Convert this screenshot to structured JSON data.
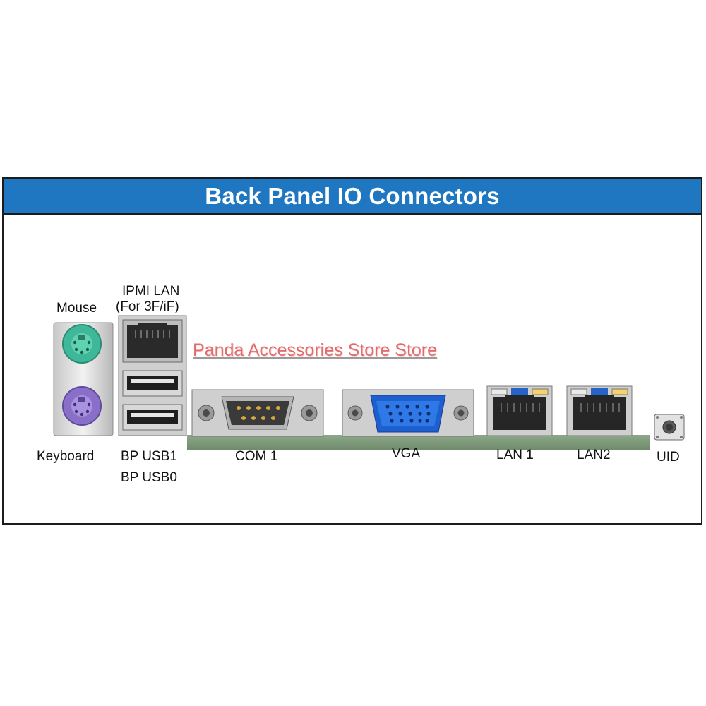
{
  "header": {
    "title": "Back Panel IO Connectors"
  },
  "watermark": {
    "text": "Panda Accessories Store Store"
  },
  "labels": {
    "mouse": "Mouse",
    "keyboard": "Keyboard",
    "ipmi_lan_line1": "IPMI LAN",
    "ipmi_lan_line2": "(For 3F/iF)",
    "bp_usb1": "BP USB1",
    "bp_usb0": "BP USB0",
    "com1": "COM 1",
    "vga": "VGA",
    "lan1": "LAN 1",
    "lan2": "LAN2",
    "uid": "UID"
  },
  "colors": {
    "title_bar": "#1f77c1",
    "mouse_port": "#3fb89a",
    "keyboard_port": "#8a6fc9",
    "vga_port": "#1e5fd0",
    "watermark": "#e06d6d"
  }
}
